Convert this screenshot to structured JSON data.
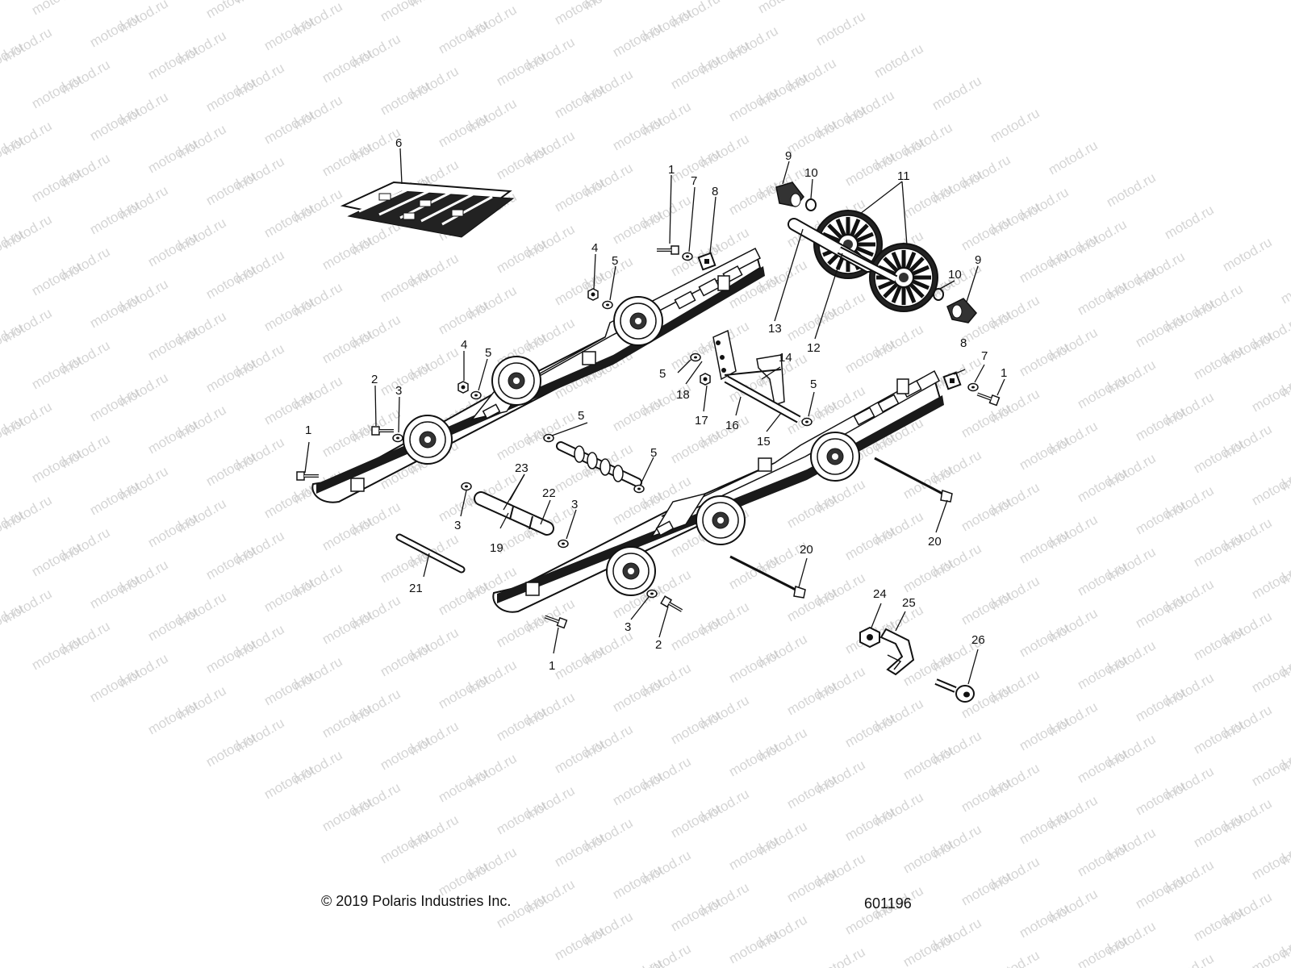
{
  "watermark": "motod.ru",
  "copyright": "© 2019 Polaris Industries Inc.",
  "diagram_id": "601196",
  "callouts": {
    "c1a": "1",
    "c1b": "1",
    "c1c": "1",
    "c1d": "1",
    "c2a": "2",
    "c2b": "2",
    "c3a": "3",
    "c3b": "3",
    "c3c": "3",
    "c3d": "3",
    "c4a": "4",
    "c4b": "4",
    "c5a": "5",
    "c5b": "5",
    "c5c": "5",
    "c5d": "5",
    "c5e": "5",
    "c5f": "5",
    "c6": "6",
    "c7a": "7",
    "c7b": "7",
    "c8a": "8",
    "c8b": "8",
    "c9a": "9",
    "c9b": "9",
    "c10a": "10",
    "c10b": "10",
    "c11": "11",
    "c12": "12",
    "c13": "13",
    "c14": "14",
    "c15": "15",
    "c16": "16",
    "c17": "17",
    "c18": "18",
    "c19": "19",
    "c20a": "20",
    "c20b": "20",
    "c21": "21",
    "c22": "22",
    "c23": "23",
    "c24": "24",
    "c25": "25",
    "c26": "26"
  }
}
